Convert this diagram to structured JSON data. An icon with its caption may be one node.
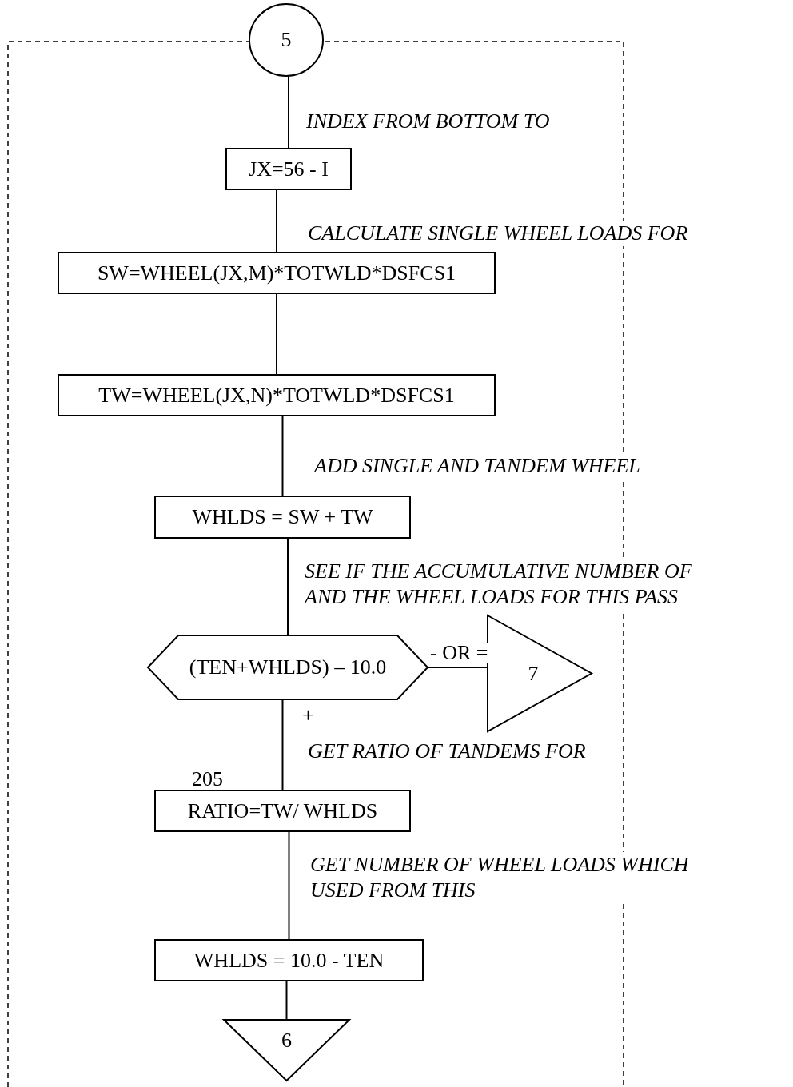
{
  "diagram": {
    "nodes": [
      {
        "text": [
          "5"
        ]
      },
      {
        "text": [
          "JX=56 - I"
        ]
      },
      {
        "text": [
          "SW=WHEEL(JX,M)*TOTWLD*DSFCS1"
        ]
      },
      {
        "text": [
          "TW=WHEEL(JX,N)*TOTWLD*DSFCS1"
        ]
      },
      {
        "text": [
          "WHLDS = SW + TW"
        ]
      },
      {
        "text": [
          "(TEN+WHLDS) – 10.0"
        ]
      },
      {
        "text": [
          "7"
        ]
      },
      {
        "text": [
          "RATIO=TW/ WHLDS"
        ],
        "beside": [
          "205"
        ]
      },
      {
        "text": [
          "WHLDS = 10.0 - TEN"
        ]
      },
      {
        "text": [
          "6"
        ]
      }
    ],
    "edges": [
      {
        "from": 0,
        "to": 1,
        "arrow": "none"
      },
      {
        "from": 1,
        "to": 2,
        "arrow": "none"
      },
      {
        "from": 2,
        "to": 3,
        "arrow": "none"
      },
      {
        "from": 3,
        "to": 4,
        "arrow": "none"
      },
      {
        "from": 4,
        "to": 5,
        "arrow": "none"
      },
      {
        "from": 5,
        "to": 6,
        "label": "- OR =",
        "arrow": "none"
      },
      {
        "from": 5,
        "to": 7,
        "label": "+",
        "arrow": "none"
      },
      {
        "from": 7,
        "to": 8,
        "arrow": "none"
      },
      {
        "from": 8,
        "to": 9,
        "arrow": "none"
      }
    ],
    "labels": [
      "INDEX FROM BOTTOM TO",
      "CALCULATE  SINGLE WHEEL LOADS  FOR",
      "ADD SINGLE AND TANDEM WHEEL",
      "SEE IF THE ACCUMULATIVE NUMBER OF AND THE WHEEL LOADS  FOR THIS PASS",
      "GET RATIO OF TANDEMS FOR",
      "GET NUMBER OF WHEEL LOADS WHICH USED FROM THIS"
    ]
  }
}
